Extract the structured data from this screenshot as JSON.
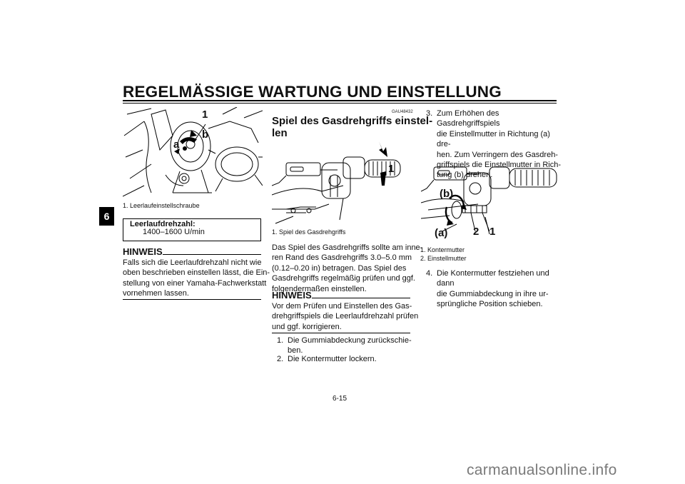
{
  "header": {
    "title": "REGELMÄSSIGE WARTUNG UND EINSTELLUNG",
    "chapter_tab": "6"
  },
  "col1": {
    "figure_callouts": [
      "1",
      "a",
      "b"
    ],
    "caption": "1. Leerlaufeinstellschraube",
    "spec_label": "Leerlaufdrehzahl:",
    "spec_value": "1400–1600 U/min",
    "note_heading": "HINWEIS",
    "note_lines": [
      "Falls sich die Leerlaufdrehzahl nicht wie",
      "oben beschrieben einstellen lässt, die Ein-",
      "stellung von einer Yamaha-Fachwerkstatt",
      "vornehmen lassen."
    ]
  },
  "col2": {
    "code": "GAU48432",
    "heading_lines": [
      "Spiel des Gasdrehgriffs einstel-",
      "len"
    ],
    "figure_callouts": [
      "1"
    ],
    "caption": "1. Spiel des Gasdrehgriffs",
    "para_lines": [
      "Das Spiel des Gasdrehgriffs sollte am inne-",
      "ren Rand des Gasdrehgriffs 3.0–5.0 mm",
      "(0.12–0.20 in) betragen. Das Spiel des",
      "Gasdrehgriffs regelmäßig prüfen und ggf.",
      "folgendermaßen einstellen."
    ],
    "note_heading": "HINWEIS",
    "note_lines": [
      "Vor dem Prüfen und Einstellen des Gas-",
      "drehgriffspiels die Leerlaufdrehzahl prüfen",
      "und ggf. korrigieren."
    ],
    "steps": [
      {
        "num": "1.",
        "lines": [
          "Die Gummiabdeckung zurückschie-",
          "ben."
        ]
      },
      {
        "num": "2.",
        "lines": [
          "Die Kontermutter lockern."
        ]
      }
    ]
  },
  "col3": {
    "step3": {
      "num": "3.",
      "lines": [
        "Zum Erhöhen des Gasdrehgriffspiels",
        "die Einstellmutter in Richtung (a) dre-",
        "hen. Zum Verringern des Gasdreh-",
        "griffspiels die Einstellmutter in Rich-",
        "tung (b) drehen."
      ]
    },
    "figure_callouts": [
      "(b)",
      "(a)",
      "2",
      "1"
    ],
    "captions": [
      "1. Kontermutter",
      "2. Einstellmutter"
    ],
    "step4": {
      "num": "4.",
      "lines": [
        "Die Kontermutter festziehen und dann",
        "die Gummiabdeckung in ihre ur-",
        "sprüngliche Position schieben."
      ]
    }
  },
  "footer": {
    "page_number": "6-15",
    "watermark": "carmanualsonline.info"
  }
}
